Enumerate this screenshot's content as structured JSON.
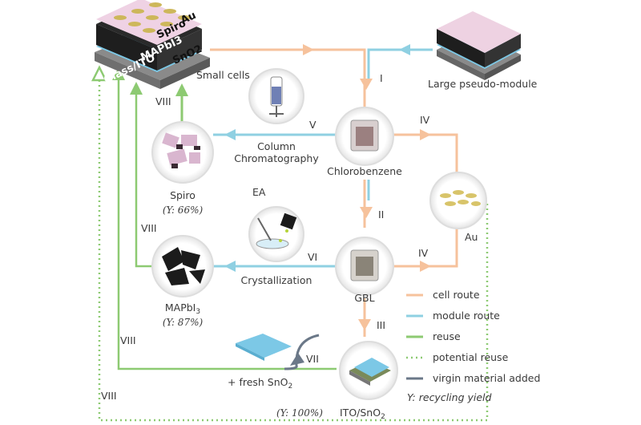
{
  "colors": {
    "cell_route": "#f6c29c",
    "module_route": "#8fd0e2",
    "reuse": "#8dca72",
    "potential_reuse": "#8dca72",
    "virgin": "#6b7888"
  },
  "device": {
    "layers": [
      "Au",
      "Spiro",
      "MAPbI3",
      "SnO2",
      "Glass/ITO"
    ],
    "small_label": "Small cells",
    "large_label": "Large pseudo-module"
  },
  "steps": {
    "I": "I",
    "II": "II",
    "III": "III",
    "IV": "IV",
    "V": "V",
    "VI": "VI",
    "VII": "VII",
    "VIII": "VIII"
  },
  "nodes": {
    "chlorobenzene": "Chlorobenzene",
    "gbl": "GBL",
    "column1": "Column",
    "column2": "Chromatography",
    "crystallization": "Crystallization",
    "ea": "EA",
    "spiro": "Spiro",
    "spiro_yield": "(Y: 66%)",
    "mapbi": "MAPbI",
    "mapbi_sub": "3",
    "mapbi_yield": "(Y: 87%)",
    "au": "Au",
    "ito": "ITO/SnO",
    "ito_sub": "2",
    "ito_yield": "(Y: 100%)",
    "fresh": "+ fresh SnO",
    "fresh_sub": "2"
  },
  "legend": [
    {
      "label": "cell route",
      "style": "solid",
      "color": "#f6c29c"
    },
    {
      "label": "module route",
      "style": "solid",
      "color": "#8fd0e2"
    },
    {
      "label": "reuse",
      "style": "solid",
      "color": "#8dca72"
    },
    {
      "label": "potential reuse",
      "style": "dotted",
      "color": "#8dca72"
    },
    {
      "label": "virgin material added",
      "style": "solid",
      "color": "#6b7888"
    }
  ],
  "legend_note": "Y: recycling yield"
}
